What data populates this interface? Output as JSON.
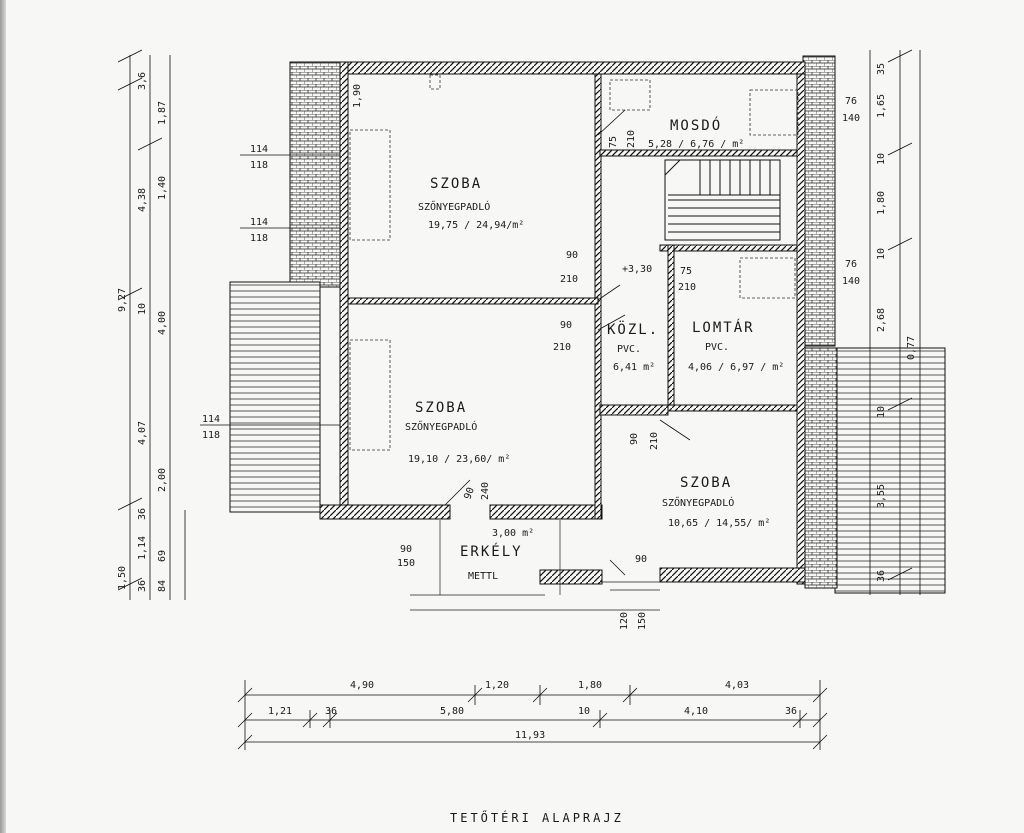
{
  "title": "TETŐTÉRI ALAPRAJZ",
  "rooms": {
    "szoba1": {
      "name": "SZOBA",
      "floor": "SZŐNYEGPADLÓ",
      "area": "19,75 / 24,94/m²"
    },
    "mosdo": {
      "name": "MOSDÓ",
      "area": "5,28 / 6,76 / m²"
    },
    "szoba2": {
      "name": "SZOBA",
      "floor": "SZŐNYEGPADLÓ",
      "area": "19,10 / 23,60/ m²"
    },
    "kozl": {
      "name": "KÖZL.",
      "floor": "PVC.",
      "area": "6,41 m²"
    },
    "lomtar": {
      "name": "LOMTÁR",
      "floor": "PVC.",
      "area": "4,06 / 6,97 / m²"
    },
    "szoba3": {
      "name": "SZOBA",
      "floor": "SZŐNYEGPADLÓ",
      "area": "10,65 / 14,55/ m²"
    },
    "erkely": {
      "name": "ERKÉLY",
      "area": "3,00 m²",
      "floor": "METTL"
    }
  },
  "spot_level": "+3,30",
  "openings": {
    "w1": "114",
    "w1b": "118",
    "w2": "114",
    "w2b": "118",
    "w3": "114",
    "w3b": "118",
    "d_mosdo_a": "75",
    "d_mosdo_b": "210",
    "d_szoba1_a": "90",
    "d_szoba1_b": "210",
    "d_lomtar_a": "75",
    "d_lomtar_b": "210",
    "d_kozl_a": "90",
    "d_kozl_b": "210",
    "d_szoba3_a": "90",
    "d_szoba3_b": "210",
    "d_szoba2_a": "90",
    "d_szoba2_b": "240",
    "d_erkely_a": "90",
    "d_erkely_b": "150",
    "d_stair_a": "90",
    "d_entry_a": "120",
    "d_entry_b": "150",
    "win_mosdo_a": "76",
    "win_mosdo_b": "140",
    "win_lomtar_a": "76",
    "win_lomtar_b": "140",
    "h190": "1,90"
  },
  "dims_left": {
    "total": "9,27",
    "a": "3,6",
    "b": "1,87",
    "c": "4,38",
    "d": "1,40",
    "e": "10",
    "f": "4,00",
    "g": "4,07",
    "h": "2,00",
    "i": "36",
    "j": "1,14",
    "k": "69",
    "l": "1,50",
    "m": "36",
    "n": "84"
  },
  "dims_right": {
    "a": "35",
    "b": "1,65",
    "c": "10",
    "d": "1,80",
    "e": "10",
    "f": "2,68",
    "g": "0,77",
    "h": "10",
    "i": "3,55",
    "j": "36"
  },
  "dims_bottom": {
    "row1": [
      "4,90",
      "1,20",
      "1,80",
      "4,03"
    ],
    "row2": [
      "1,21",
      "36",
      "5,80",
      "10",
      "4,10",
      "36"
    ],
    "total": "11,93"
  }
}
